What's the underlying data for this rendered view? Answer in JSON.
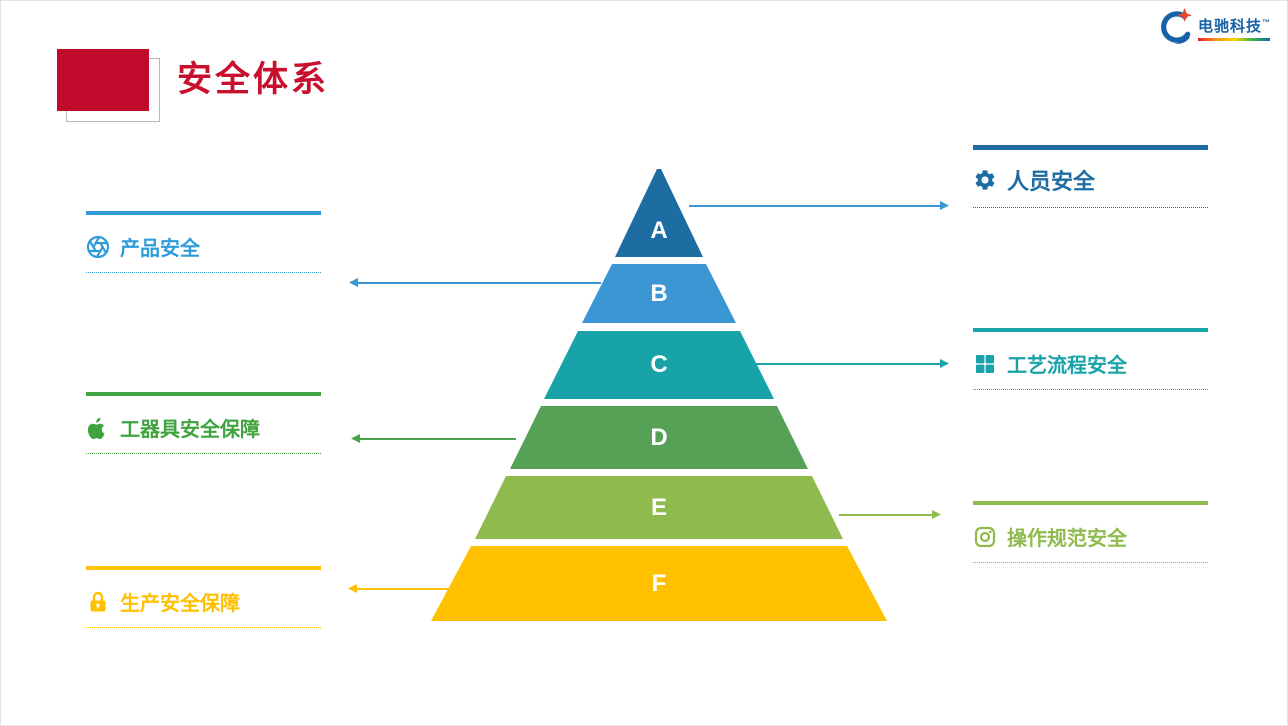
{
  "title": {
    "text": "安全体系",
    "color": "#c8102e",
    "accent_color": "#c00a2b"
  },
  "logo": {
    "name": "电驰科技",
    "trademark": "™",
    "brand_color": "#1663a8"
  },
  "pyramid": {
    "layers": [
      {
        "letter": "A",
        "color": "#1d6da3"
      },
      {
        "letter": "B",
        "color": "#3b97d3"
      },
      {
        "letter": "C",
        "color": "#17a3a8"
      },
      {
        "letter": "D",
        "color": "#56a156"
      },
      {
        "letter": "E",
        "color": "#8fbb4e"
      },
      {
        "letter": "F",
        "color": "#ffc000"
      }
    ]
  },
  "labels": [
    {
      "text": "人员安全",
      "color": "#1d6da3",
      "icon": "gear-icon",
      "side": "right"
    },
    {
      "text": "产品安全",
      "color": "#2f9bd8",
      "icon": "aperture-icon",
      "side": "left"
    },
    {
      "text": "工艺流程安全",
      "color": "#17a3a8",
      "icon": "grid-icon",
      "side": "right"
    },
    {
      "text": "工器具安全保障",
      "color": "#3fa33f",
      "icon": "apple-icon",
      "side": "left"
    },
    {
      "text": "操作规范安全",
      "color": "#8fbb4e",
      "icon": "camera-icon",
      "side": "right"
    },
    {
      "text": "生产安全保障",
      "color": "#ffc000",
      "icon": "lock-icon",
      "side": "left"
    }
  ],
  "arrows": [
    {
      "from": "A",
      "direction": "right",
      "color": "#3b97d3"
    },
    {
      "from": "B",
      "direction": "left",
      "color": "#3b97d3"
    },
    {
      "from": "C",
      "direction": "right",
      "color": "#17a3a8"
    },
    {
      "from": "D",
      "direction": "left",
      "color": "#4aa44a"
    },
    {
      "from": "E",
      "direction": "right",
      "color": "#8fbb4e"
    },
    {
      "from": "F",
      "direction": "left",
      "color": "#ffc000"
    }
  ]
}
